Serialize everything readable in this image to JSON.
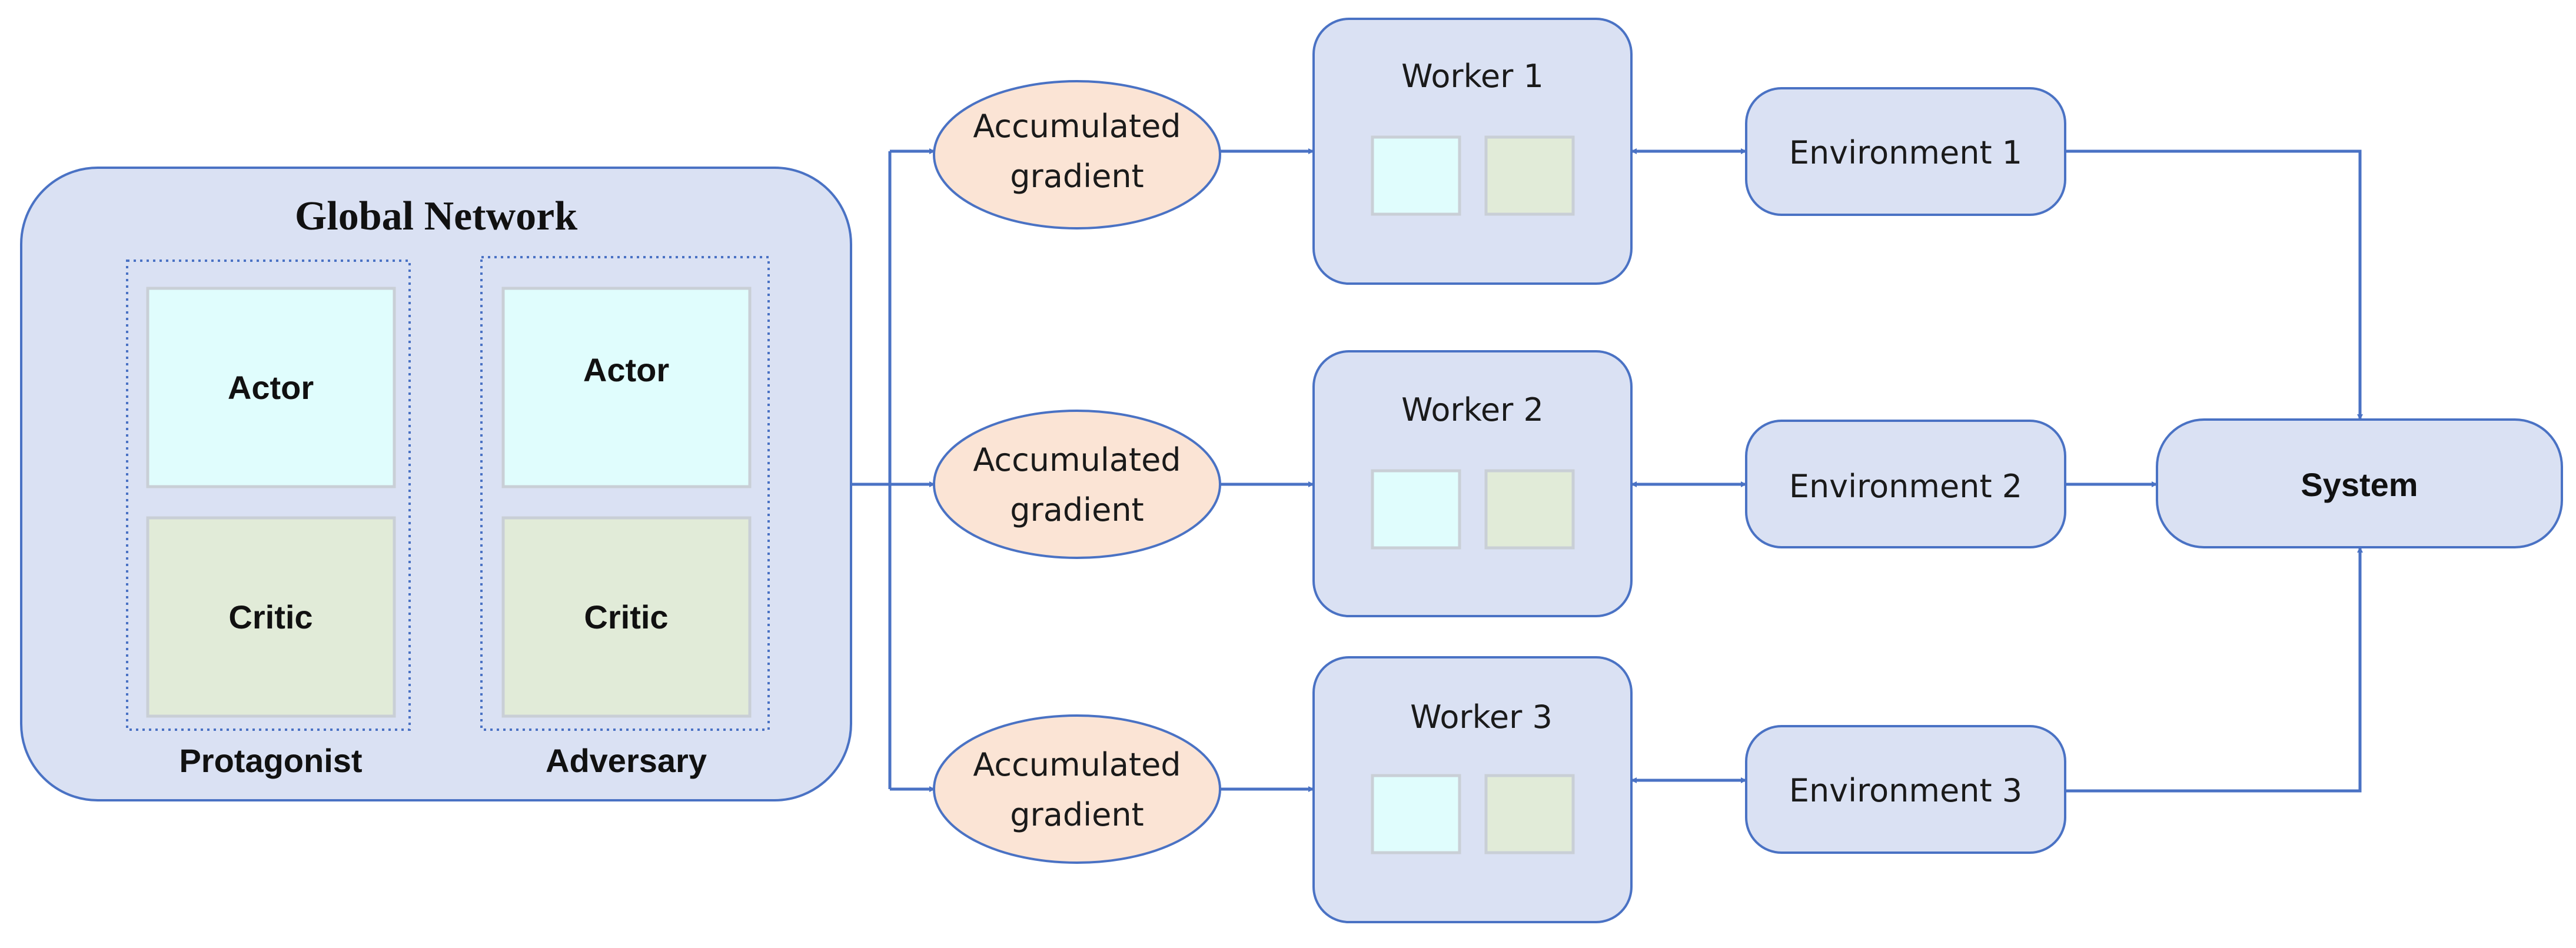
{
  "colors": {
    "box_fill": "#dae1f3",
    "box_stroke": "#4a72c4",
    "actor_fill": "#e0fdfd",
    "critic_fill": "#e1ebd8",
    "gradient_fill": "#fbe4d5",
    "arrow": "#4a72c4"
  },
  "global_network": {
    "title": "Global Network",
    "protagonist": {
      "actor": "Actor",
      "critic": "Critic",
      "label": "Protagonist"
    },
    "adversary": {
      "actor": "Actor",
      "critic": "Critic",
      "label": "Adversary"
    }
  },
  "gradients": [
    {
      "line1": "Accumulated",
      "line2": "gradient"
    },
    {
      "line1": "Accumulated",
      "line2": "gradient"
    },
    {
      "line1": "Accumulated",
      "line2": "gradient"
    }
  ],
  "workers": [
    {
      "label": "Worker 1"
    },
    {
      "label": "Worker 2"
    },
    {
      "label": "Worker 3"
    }
  ],
  "environments": [
    {
      "label": "Environment 1"
    },
    {
      "label": "Environment 2"
    },
    {
      "label": "Environment 3"
    }
  ],
  "system": {
    "label": "System"
  }
}
